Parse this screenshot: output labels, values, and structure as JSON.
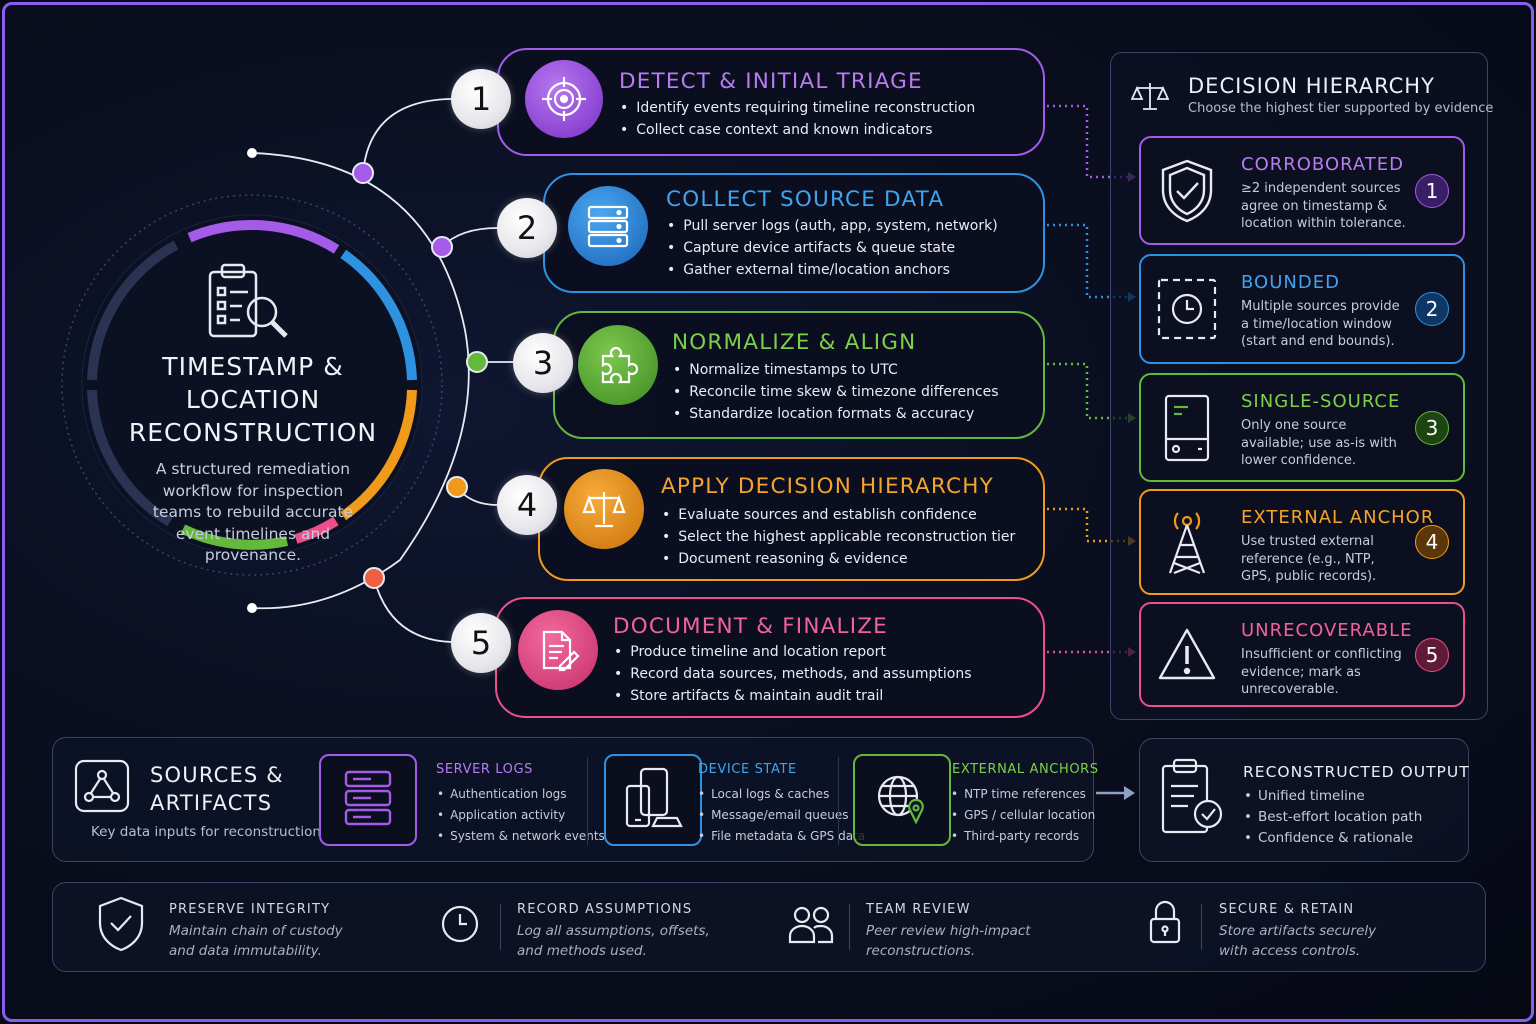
{
  "hub": {
    "title_line1": "TIMESTAMP & LOCATION",
    "title_line2": "RECONSTRUCTION",
    "description": "A structured remediation workflow for inspection teams to rebuild accurate event timelines and provenance."
  },
  "steps": [
    {
      "number": "1",
      "title": "DETECT & INITIAL TRIAGE",
      "color": "#a45be8",
      "bullets": [
        "Identify events requiring timeline reconstruction",
        "Collect case context and known indicators"
      ]
    },
    {
      "number": "2",
      "title": "COLLECT SOURCE DATA",
      "color": "#2e92e0",
      "bullets": [
        "Pull server logs (auth, app, system, network)",
        "Capture device artifacts & queue state",
        "Gather external time/location anchors"
      ]
    },
    {
      "number": "3",
      "title": "NORMALIZE & ALIGN",
      "color": "#64b83a",
      "bullets": [
        "Normalize timestamps to UTC",
        "Reconcile time skew & timezone differences",
        "Standardize location formats & accuracy"
      ]
    },
    {
      "number": "4",
      "title": "APPLY DECISION HIERARCHY",
      "color": "#f09a1a",
      "bullets": [
        "Evaluate sources and establish confidence",
        "Select the highest applicable reconstruction tier",
        "Document reasoning & evidence"
      ]
    },
    {
      "number": "5",
      "title": "DOCUMENT & FINALIZE",
      "color": "#ec4f8a",
      "bullets": [
        "Produce timeline and location report",
        "Record data sources, methods, and assumptions",
        "Store artifacts & maintain audit trail"
      ]
    }
  ],
  "decision": {
    "title": "DECISION HIERARCHY",
    "subtitle": "Choose the highest tier supported by evidence",
    "tiers": [
      {
        "title": "CORROBORATED",
        "desc": "≥2 independent sources agree on timestamp & location within tolerance.",
        "badge": "1",
        "color": "#a45be8",
        "icon": "shield-check-icon"
      },
      {
        "title": "BOUNDED",
        "desc": "Multiple sources provide a time/location window (start and end bounds).",
        "badge": "2",
        "color": "#2e92e0",
        "icon": "clock-window-icon"
      },
      {
        "title": "SINGLE-SOURCE",
        "desc": "Only one source available; use as-is with lower confidence.",
        "badge": "3",
        "color": "#64b83a",
        "icon": "device-icon"
      },
      {
        "title": "EXTERNAL ANCHOR",
        "desc": "Use trusted external reference (e.g., NTP, GPS, public records).",
        "badge": "4",
        "color": "#f09a1a",
        "icon": "antenna-tower-icon"
      },
      {
        "title": "UNRECOVERABLE",
        "desc": "Insufficient or conflicting evidence; mark as unrecoverable.",
        "badge": "5",
        "color": "#ec4f8a",
        "icon": "warning-icon"
      }
    ]
  },
  "sources": {
    "title_line1": "SOURCES &",
    "title_line2": "ARTIFACTS",
    "subtitle": "Key data inputs for reconstruction",
    "categories": [
      {
        "title": "SERVER LOGS",
        "color": "#a45be8",
        "items": [
          "Authentication logs",
          "Application activity",
          "System & network events"
        ]
      },
      {
        "title": "DEVICE STATE",
        "color": "#2e92e0",
        "items": [
          "Local logs & caches",
          "Message/email queues",
          "File metadata & GPS data"
        ]
      },
      {
        "title": "EXTERNAL ANCHORS",
        "color": "#64b83a",
        "items": [
          "NTP time references",
          "GPS / cellular location",
          "Third-party records"
        ]
      }
    ]
  },
  "output": {
    "title": "RECONSTRUCTED OUTPUT",
    "items": [
      "Unified timeline",
      "Best-effort location path",
      "Confidence & rationale"
    ]
  },
  "principles": [
    {
      "title": "PRESERVE INTEGRITY",
      "line1": "Maintain chain of custody",
      "line2": "and data immutability."
    },
    {
      "title": "RECORD ASSUMPTIONS",
      "line1": "Log all assumptions, offsets,",
      "line2": "and methods used."
    },
    {
      "title": "TEAM REVIEW",
      "line1": "Peer review high-impact",
      "line2": "reconstructions."
    },
    {
      "title": "SECURE & RETAIN",
      "line1": "Store artifacts securely",
      "line2": "with access controls."
    }
  ]
}
